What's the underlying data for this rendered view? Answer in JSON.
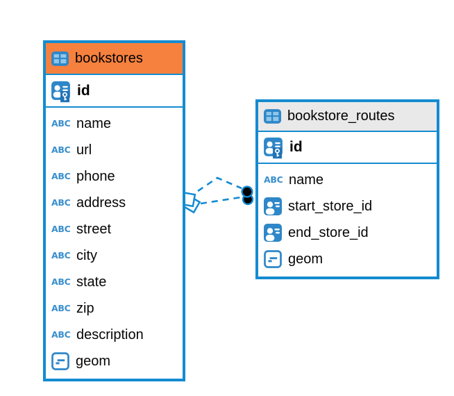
{
  "diagram": {
    "accent_color": "#148BD1",
    "selected_header_color": "#F6813E",
    "header_color": "#E9E9E9",
    "icon_color": "#2E87C8",
    "canvas_background": "#FFFFFF"
  },
  "icons": {
    "text_type_label": "ABC"
  },
  "tables": [
    {
      "name": "bookstores",
      "selected": true,
      "primary_key": {
        "name": "id"
      },
      "columns": [
        {
          "name": "name",
          "type": "text"
        },
        {
          "name": "url",
          "type": "text"
        },
        {
          "name": "phone",
          "type": "text"
        },
        {
          "name": "address",
          "type": "text"
        },
        {
          "name": "street",
          "type": "text"
        },
        {
          "name": "city",
          "type": "text"
        },
        {
          "name": "state",
          "type": "text"
        },
        {
          "name": "zip",
          "type": "text"
        },
        {
          "name": "description",
          "type": "text"
        },
        {
          "name": "geom",
          "type": "geometry"
        }
      ]
    },
    {
      "name": "bookstore_routes",
      "selected": false,
      "primary_key": {
        "name": "id"
      },
      "columns": [
        {
          "name": "name",
          "type": "text"
        },
        {
          "name": "start_store_id",
          "type": "reference"
        },
        {
          "name": "end_store_id",
          "type": "reference"
        },
        {
          "name": "geom",
          "type": "geometry"
        }
      ]
    }
  ],
  "relationships": [
    {
      "from": "bookstore_routes.start_store_id",
      "to": "bookstores.id",
      "line_style": "dashed"
    },
    {
      "from": "bookstore_routes.end_store_id",
      "to": "bookstores.id",
      "line_style": "dashed"
    }
  ]
}
